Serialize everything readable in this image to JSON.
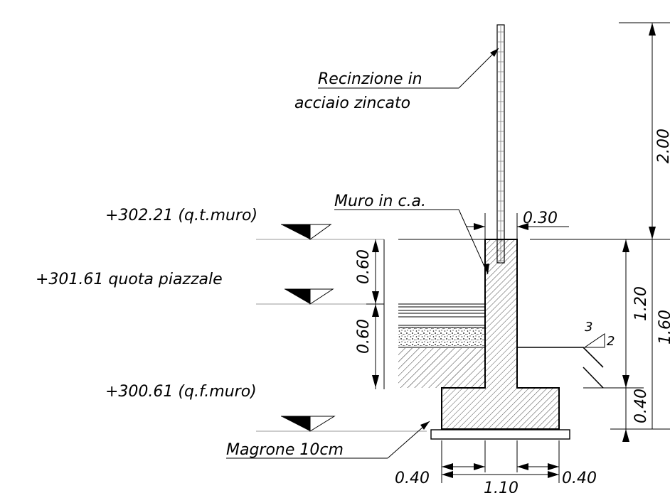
{
  "labels": {
    "fence_line1": "Recinzione in",
    "fence_line2": "acciaio zincato",
    "wall": "Muro in c.a.",
    "lean_concrete": "Magrone 10cm"
  },
  "levels": {
    "top_wall": "+302.21 (q.t.muro)",
    "yard": "+301.61 quota piazzale",
    "foundation": "+300.61 (q.f.muro)"
  },
  "dimensions": {
    "fence_height": "2.00",
    "wall_thickness": "0.30",
    "upper_part": "0.60",
    "lower_part": "0.60",
    "wall_height_above": "1.20",
    "total_height": "1.60",
    "footing_height": "0.40",
    "toe_left": "0.40",
    "toe_right": "0.40",
    "footing_width": "1.10"
  },
  "slope": {
    "vertical": "3",
    "horizontal": "2"
  }
}
